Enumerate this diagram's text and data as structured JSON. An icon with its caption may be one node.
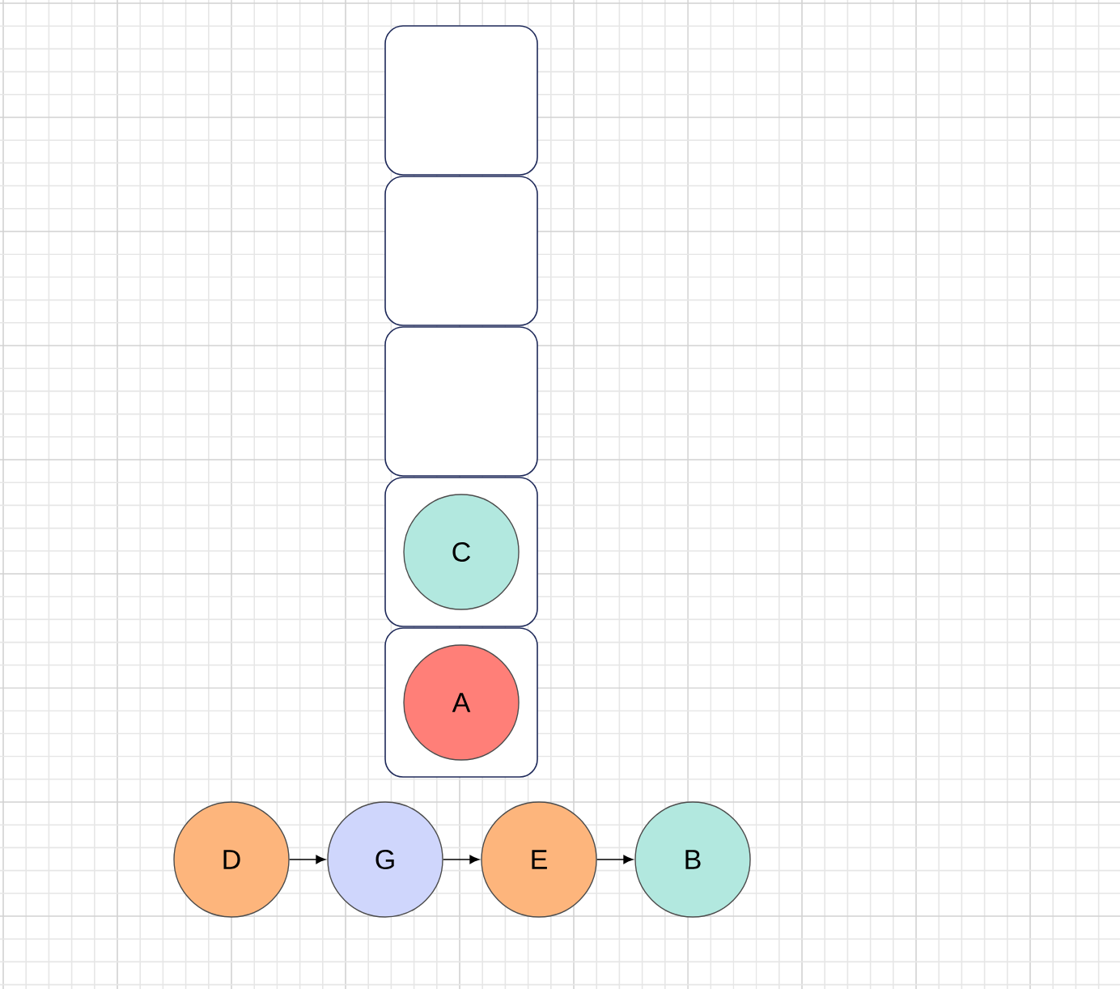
{
  "diagram": {
    "nodes": [
      {
        "text": [],
        "shape": "box"
      },
      {
        "text": [],
        "shape": "box"
      },
      {
        "text": [],
        "shape": "box"
      },
      {
        "text": [],
        "shape": "box"
      },
      {
        "text": [
          "C"
        ],
        "in": 3
      },
      {
        "text": [],
        "shape": "box"
      },
      {
        "text": [
          "A"
        ],
        "in": 5
      },
      {
        "text": [
          "D"
        ]
      },
      {
        "text": [
          "G"
        ]
      },
      {
        "text": [
          "E"
        ]
      },
      {
        "text": [
          "B"
        ]
      }
    ],
    "edges": [
      {
        "from": 7,
        "to": 8,
        "arrow": "to"
      },
      {
        "from": 8,
        "to": 9,
        "arrow": "to"
      },
      {
        "from": 9,
        "to": 10,
        "arrow": "to"
      }
    ]
  }
}
